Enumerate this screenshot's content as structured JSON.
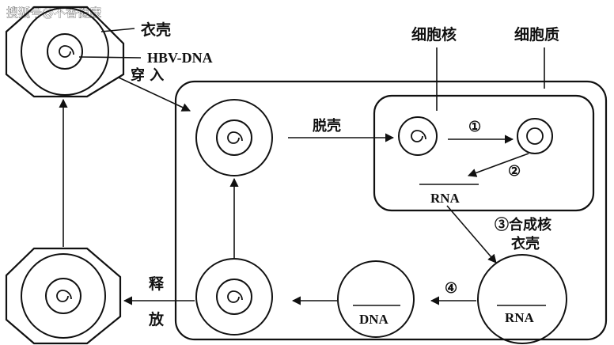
{
  "watermark": "搜狐号@不香健康",
  "labels": {
    "capsid": "衣壳",
    "hbv_dna": "HBV-DNA",
    "penetration": "穿 入",
    "uncoating": "脱壳",
    "nucleus": "细胞核",
    "cytoplasm": "细胞质",
    "step1": "①",
    "step2": "②",
    "step3": "③合成核",
    "step3_line2": "衣壳",
    "step4": "④",
    "rna_nucleus": "RNA",
    "rna_cytoplasm": "RNA",
    "dna": "DNA",
    "release_1": "释",
    "release_2": "放"
  }
}
